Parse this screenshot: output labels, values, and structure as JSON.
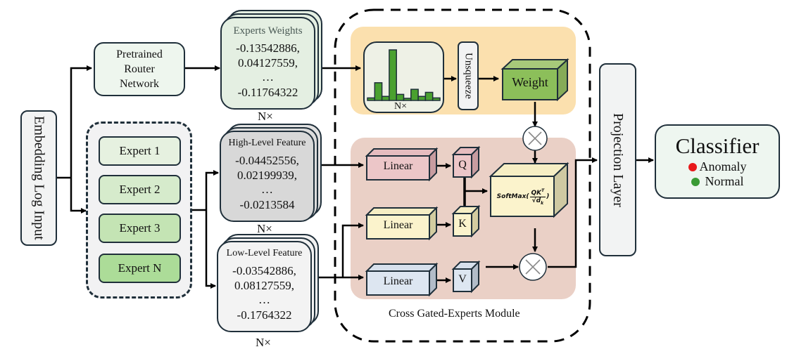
{
  "diagram": {
    "input": {
      "label": "Embedding Log Input"
    },
    "router": {
      "label_lines": [
        "Pretrained",
        "Router",
        "Network"
      ]
    },
    "experts": [
      {
        "label": "Expert 1",
        "color": "#e6f1e0"
      },
      {
        "label": "Expert 2",
        "color": "#d6ebcc"
      },
      {
        "label": "Expert 3",
        "color": "#c4e4b4"
      },
      {
        "label": "Expert N",
        "color": "#acdc98"
      }
    ],
    "experts_weights": {
      "title": "Experts Weights",
      "values": [
        "-0.13542886,",
        "0.04127559,",
        "…",
        "-0.11764322"
      ],
      "multiplier": "N×"
    },
    "high_level_feature": {
      "title": "High-Level Feature",
      "values": [
        "-0.04452556,",
        "0.02199939,",
        "…",
        "-0.0213584"
      ],
      "multiplier": "N×"
    },
    "low_level_feature": {
      "title": "Low-Level Feature",
      "values": [
        "-0.03542886,",
        "0.08127559,",
        "…",
        "-0.1764322"
      ],
      "multiplier": "N×"
    },
    "module": {
      "title": "Cross Gated-Experts Module",
      "histogram_label": "N×",
      "histogram_values": [
        0.05,
        0.35,
        0.08,
        1.0,
        0.12,
        0.04,
        0.22,
        0.08,
        0.16,
        0.05
      ],
      "unsqueeze_label": "Unsqueeze",
      "weight_label": "Weight",
      "linear_labels": [
        "Linear",
        "Linear",
        "Linear"
      ],
      "q_label": "Q",
      "k_label": "K",
      "v_label": "V",
      "softmax_prefix": "SoftMax(",
      "softmax_num": "QK",
      "softmax_sup": "T",
      "softmax_den": "√d",
      "softmax_sub": "k",
      "softmax_suffix": ")",
      "multiply_symbol": "×"
    },
    "projection": {
      "label": "Projection Layer"
    },
    "classifier": {
      "title": "Classifier",
      "classes": [
        {
          "label": "Anomaly",
          "color": "#e8191b"
        },
        {
          "label": "Normal",
          "color": "#3a9a35"
        }
      ]
    }
  }
}
